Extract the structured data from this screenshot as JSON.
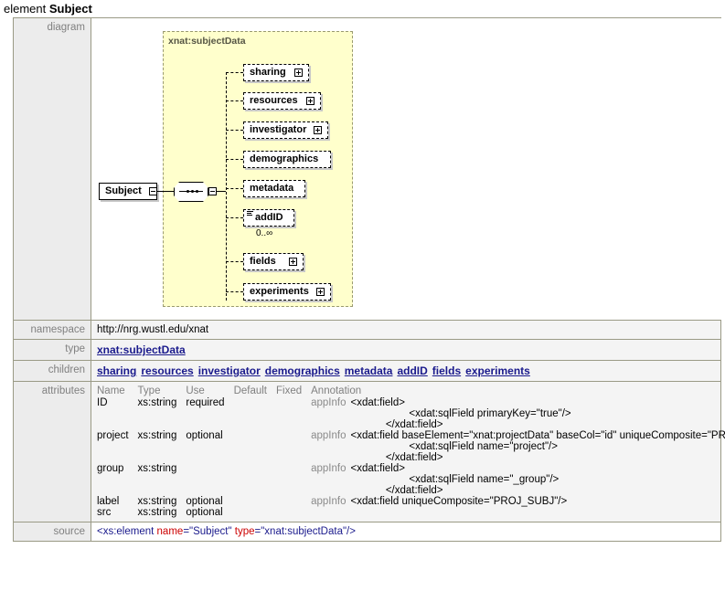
{
  "heading": {
    "keyword": "element",
    "name": "Subject"
  },
  "rows": {
    "diagram_label": "diagram",
    "namespace_label": "namespace",
    "namespace_value": "http://nrg.wustl.edu/xnat",
    "type_label": "type",
    "type_value": "xnat:subjectData",
    "children_label": "children",
    "attributes_label": "attributes",
    "source_label": "source"
  },
  "children": [
    "sharing",
    "resources",
    "investigator",
    "demographics",
    "metadata",
    "addID",
    "fields",
    "experiments"
  ],
  "diagram": {
    "group_label": "xnat:subjectData",
    "root": {
      "label": "Subject",
      "expander": "minus"
    },
    "sequence_node": "sequence-compositor",
    "nodes": [
      {
        "label": "sharing",
        "expander": "plus",
        "occurrence": ""
      },
      {
        "label": "resources",
        "expander": "plus",
        "occurrence": ""
      },
      {
        "label": "investigator",
        "expander": "plus",
        "occurrence": ""
      },
      {
        "label": "demographics",
        "expander": "none",
        "occurrence": ""
      },
      {
        "label": "metadata",
        "expander": "none",
        "occurrence": ""
      },
      {
        "label": "addID",
        "expander": "none",
        "occurrence": "0..∞",
        "annotated": true
      },
      {
        "label": "fields",
        "expander": "plus",
        "occurrence": ""
      },
      {
        "label": "experiments",
        "expander": "plus",
        "occurrence": ""
      }
    ]
  },
  "attributes": {
    "headers": [
      "Name",
      "Type",
      "Use",
      "Default",
      "Fixed",
      "Annotation"
    ],
    "appinfo_label": "appInfo",
    "rows": [
      {
        "name": "ID",
        "type": "xs:string",
        "use": "required",
        "default": "",
        "fixed": "",
        "annotation": [
          "<xdat:field>",
          "                    <xdat:sqlField primaryKey=\"true\"/>",
          "            </xdat:field>"
        ]
      },
      {
        "name": "project",
        "type": "xs:string",
        "use": "optional",
        "default": "",
        "fixed": "",
        "annotation": [
          "<xdat:field baseElement=\"xnat:projectData\" baseCol=\"id\" uniqueComposite=\"PROJ_SUBJ\">",
          "                    <xdat:sqlField name=\"project\"/>",
          "            </xdat:field>"
        ]
      },
      {
        "name": "group",
        "type": "xs:string",
        "use": "",
        "default": "",
        "fixed": "",
        "annotation": [
          "<xdat:field>",
          "                    <xdat:sqlField name=\"_group\"/>",
          "            </xdat:field>"
        ]
      },
      {
        "name": "label",
        "type": "xs:string",
        "use": "optional",
        "default": "",
        "fixed": "",
        "annotation": [
          "<xdat:field uniqueComposite=\"PROJ_SUBJ\"/>"
        ]
      },
      {
        "name": "src",
        "type": "xs:string",
        "use": "optional",
        "default": "",
        "fixed": "",
        "annotation": []
      }
    ]
  },
  "source": {
    "open_tag": "<xs:element ",
    "attr1_name": "name",
    "attr1_eq": "=",
    "attr1_value": "\"Subject\" ",
    "attr2_name": "type",
    "attr2_eq": "=",
    "attr2_value": "\"xnat:subjectData\"",
    "close_tag": "/>"
  },
  "colors": {
    "group_fill": "#ffffcc",
    "label_cell": "#ececec",
    "value_cell": "#f4f4f4",
    "table_border": "#9a9a85",
    "link": "#1a1a8c",
    "attr_red": "#cc0000"
  }
}
